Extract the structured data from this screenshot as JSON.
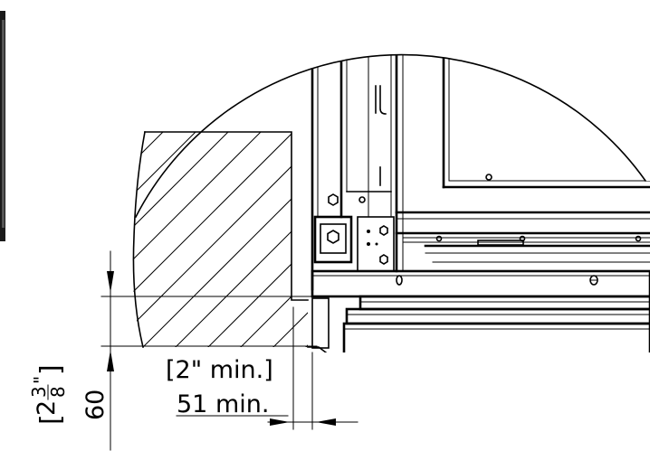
{
  "dimensions": {
    "horizontal_in": "[2\" min.]",
    "horizontal_mm": "51 min.",
    "vertical_in_whole": "2",
    "vertical_in_num": "3",
    "vertical_in_den": "8",
    "vertical_in_unit": "\"",
    "vertical_mm": "60"
  }
}
